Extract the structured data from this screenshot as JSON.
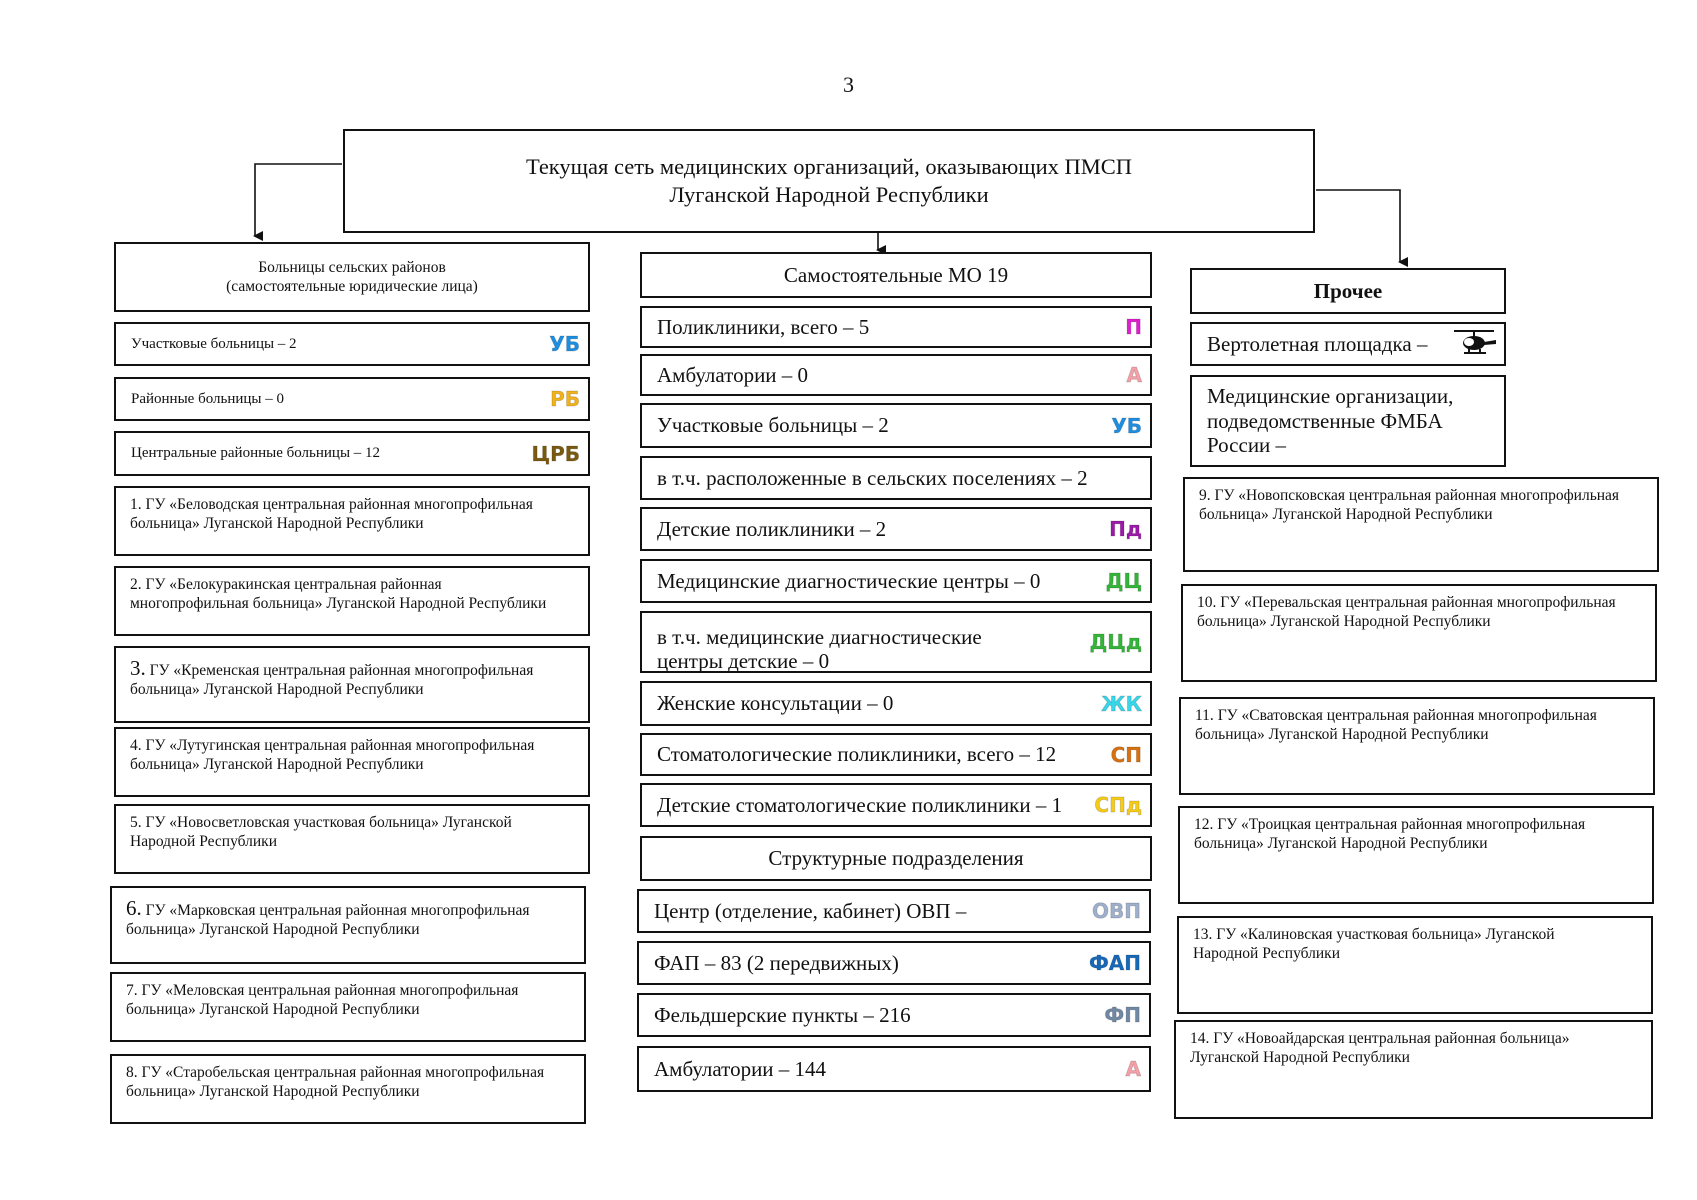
{
  "page_number": "3",
  "root": {
    "line1": "Текущая сеть медицинских организаций, оказывающих ПМСП",
    "line2": "Луганской Народной Республики"
  },
  "colors": {
    "П": "#e01dd0",
    "А": "#f4a0a8",
    "УБ": "#1e8fe0",
    "РБ": "#f2b21c",
    "ЦРБ": "#7a5a10",
    "Пд": "#9b1aa8",
    "ДЦ": "#34b53a",
    "ДЦд": "#34b53a",
    "ЖК": "#38d6e8",
    "СП": "#d8700e",
    "СПд": "#f6cc16",
    "ОВП": "#9fb0cc",
    "ФАП": "#1868b8",
    "ФП": "#7088a4"
  },
  "left": {
    "header_line1": "Больницы сельских районов",
    "header_line2": "(самостоятельные юридические лица)",
    "rows": [
      {
        "text": "Участковые больницы – 2",
        "badge": "УБ"
      },
      {
        "text": "Районные больницы – 0",
        "badge": "РБ"
      },
      {
        "text": "Центральные районные больницы  – 12",
        "badge": "ЦРБ"
      }
    ],
    "entries": [
      {
        "num": "1.",
        "line1": "ГУ «Беловодская центральная районная многопрофильная",
        "line2": "больница» Луганской Народной Республики"
      },
      {
        "num": "2.",
        "line1": "ГУ «Белокуракинская центральная районная",
        "line2": "многопрофильная больница» Луганской Народной Республики"
      },
      {
        "num": "3.",
        "line1": "ГУ «Кременская центральная районная многопрофильная",
        "line2": "больница» Луганской Народной Республики"
      },
      {
        "num": "4.",
        "line1": "ГУ «Лутугинская центральная районная многопрофильная",
        "line2": "больница» Луганской Народной Республики"
      },
      {
        "num": "5.",
        "line1": "ГУ «Новосветловская участковая больница» Луганской",
        "line2": "Народной Республики"
      },
      {
        "num": "6.",
        "line1": "ГУ «Марковская центральная районная многопрофильная",
        "line2": "больница» Луганской Народной Республики"
      },
      {
        "num": "7.",
        "line1": "ГУ «Меловская центральная районная многопрофильная",
        "line2": "больница» Луганской Народной Республики"
      },
      {
        "num": "8.",
        "line1": "ГУ «Старобельская центральная районная многопрофильная",
        "line2": "больница» Луганской Народной Республики"
      }
    ]
  },
  "center": {
    "header": "Самостоятельные МО 19",
    "rows": [
      {
        "text": "Поликлиники, всего – 5",
        "badge": "П"
      },
      {
        "text": "Амбулатории – 0",
        "badge": "А"
      },
      {
        "text": "Участковые больницы – 2",
        "badge": "УБ"
      },
      {
        "text": "в т.ч. расположенные в сельских поселениях – 2",
        "badge": ""
      },
      {
        "text": "Детские поликлиники – 2",
        "badge": "Пд"
      },
      {
        "text": "Медицинские диагностические центры – 0",
        "badge": "ДЦ"
      },
      {
        "text": "в т.ч. медицинские диагностические",
        "text2": "центры детские – 0",
        "badge": "ДЦд"
      },
      {
        "text": "Женские консультации – 0",
        "badge": "ЖК"
      },
      {
        "text": "Стоматологические поликлиники, всего – 12",
        "badge": "СП"
      },
      {
        "text": "Детские стоматологические поликлиники – 1",
        "badge": "СПд"
      }
    ],
    "header2": "Структурные подразделения",
    "rows2": [
      {
        "text": "Центр (отделение, кабинет) ОВП –",
        "badge": "ОВП"
      },
      {
        "text": "ФАП – 83 (2 передвижных)",
        "badge": "ФАП"
      },
      {
        "text": "Фельдшерские пункты – 216",
        "badge": "ФП"
      },
      {
        "text": "Амбулатории – 144",
        "badge": "А"
      }
    ]
  },
  "right": {
    "header": "Прочее",
    "heli": "Вертолетная площадка –",
    "fmba_line1": "Медицинские организации,",
    "fmba_line2": "подведомственные ФМБА",
    "fmba_line3": "России –",
    "entries": [
      {
        "num": "9.",
        "line1": "ГУ «Новопсковская центральная районная многопрофильная",
        "line2": "больница» Луганской Народной Республики"
      },
      {
        "num": "10.",
        "line1": "ГУ «Перевальская центральная районная многопрофильная",
        "line2": "больница» Луганской Народной Республики"
      },
      {
        "num": "11.",
        "line1": "ГУ «Сватовская центральная районная многопрофильная",
        "line2": "больница» Луганской Народной Республики"
      },
      {
        "num": "12.",
        "line1": "ГУ «Троицкая центральная районная многопрофильная",
        "line2": "больница» Луганской Народной Республики"
      },
      {
        "num": "13.",
        "line1": "ГУ «Калиновская участковая больница» Луганской",
        "line2": "Народной Республики"
      },
      {
        "num": "14.",
        "line1": "ГУ «Новоайдарская центральная районная больница»",
        "line2": "Луганской Народной Республики"
      }
    ]
  }
}
